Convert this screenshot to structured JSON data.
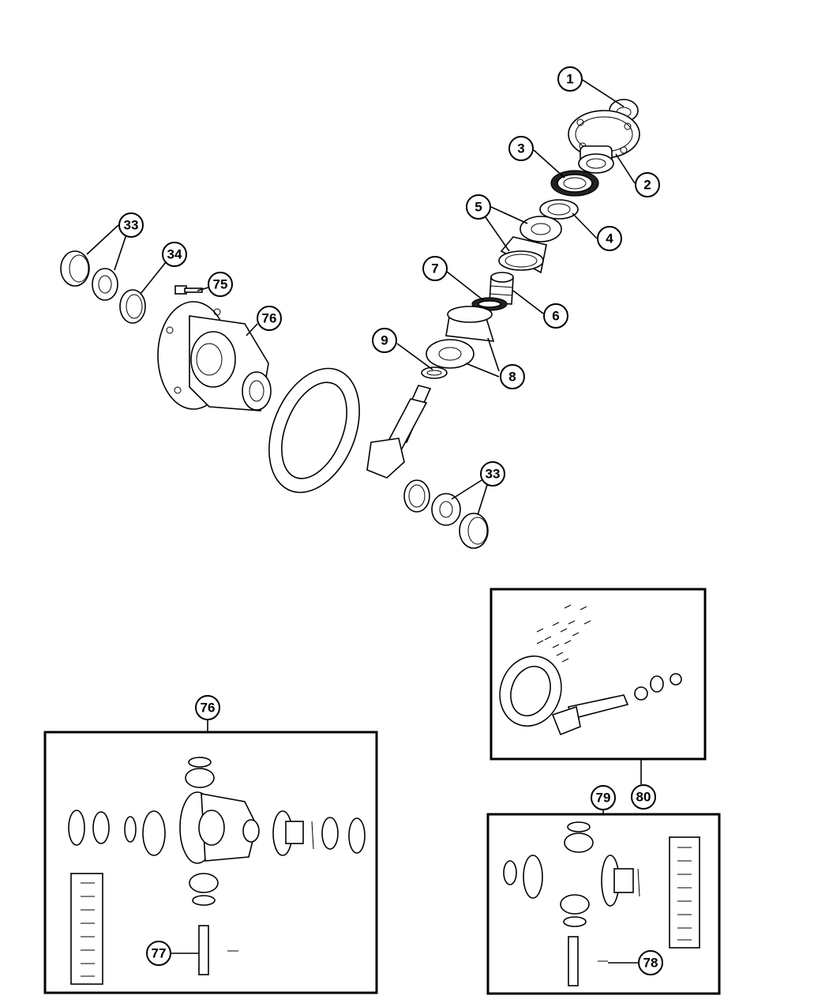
{
  "callouts": {
    "c1": "1",
    "c2": "2",
    "c3": "3",
    "c4": "4",
    "c5": "5",
    "c6": "6",
    "c7": "7",
    "c8": "8",
    "c9": "9",
    "c33a": "33",
    "c33b": "33",
    "c34": "34",
    "c75": "75",
    "c76a": "76",
    "c76b": "76",
    "c77": "77",
    "c78": "78",
    "c79": "79",
    "c80": "80"
  },
  "icons": {
    "flange": "pinion-flange-icon",
    "ring_gear": "ring-gear-icon",
    "pinion": "pinion-gear-icon",
    "carrier": "differential-case-icon",
    "bearing": "tapered-bearing-icon",
    "cup": "bearing-cup-icon"
  }
}
